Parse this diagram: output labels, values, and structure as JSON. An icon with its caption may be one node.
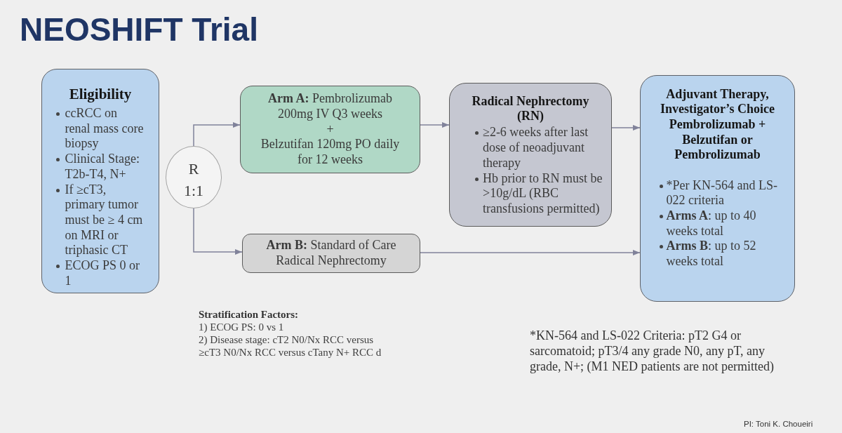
{
  "diagram": {
    "title": "NEOSHIFT Trial",
    "nodes": [
      {
        "text": [
          "Eligibility",
          "ccRCC on renal mass core biopsy",
          "Clinical Stage: T2b-T4, N+",
          "If ≥cT3, primary tumor must be ≥ 4 cm on MRI or triphasic CT",
          "ECOG PS 0 or 1"
        ]
      },
      {
        "text": [
          "R 1:1"
        ]
      },
      {
        "text": [
          "**Arm A:** Pembrolizumab 200mg IV Q3 weeks",
          "+",
          "Belzutifan 120mg PO daily for 12 weeks"
        ]
      },
      {
        "text": [
          "**Arm B:** Standard of Care Radical Nephrectomy"
        ]
      },
      {
        "text": [
          "Radical Nephrectomy (RN)",
          "≥2-6 weeks after last dose of neoadjuvant therapy",
          "Hb prior to RN must be >10g/dL (RBC transfusions permitted)"
        ]
      },
      {
        "text": [
          "Adjuvant Therapy, Investigator’s Choice Pembrolizumab + Belzutifan or Pembrolizumab",
          "*Per KN-564 and LS-022 criteria",
          "**Arms A**: up to 40 weeks total",
          "**Arms B**: up to 52 weeks total"
        ]
      }
    ],
    "edges": [
      {
        "from": 1,
        "to": 2,
        "arrow": "to"
      },
      {
        "from": 1,
        "to": 3,
        "arrow": "to"
      },
      {
        "from": 2,
        "to": 4,
        "arrow": "to"
      },
      {
        "from": 4,
        "to": 5,
        "arrow": "to"
      },
      {
        "from": 3,
        "to": 5,
        "arrow": "to"
      }
    ],
    "labels": [
      "Stratification Factors:",
      "1) ECOG PS: 0 vs 1",
      "2) Disease stage: cT2 N0/Nx RCC versus ≥cT3 N0/Nx RCC versus cTany N+ RCC d",
      "*KN-564 and LS-022 Criteria: pT2 G4 or sarcomatoid; pT3/4 any grade N0, any pT, any grade, N+; (M1 NED patients are not permitted)",
      "PI: Toni K. Choueiri"
    ]
  }
}
